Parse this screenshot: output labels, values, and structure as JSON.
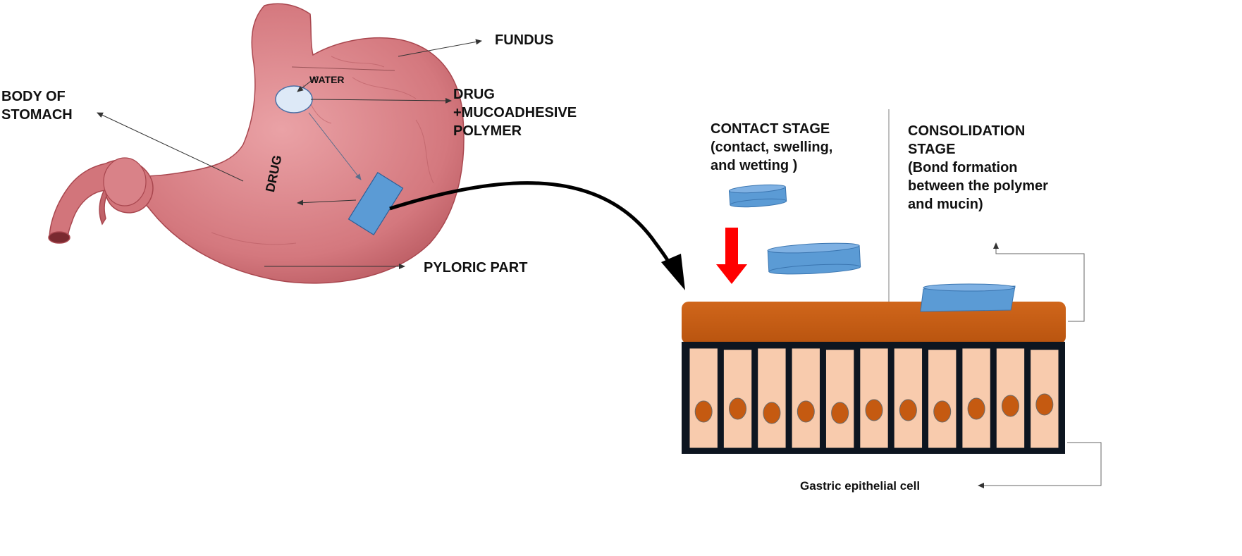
{
  "labels": {
    "fundus": "FUNDUS",
    "water": "WATER",
    "body_of_stomach": "BODY OF\nSTOMACH",
    "drug_polymer": "DRUG\n+MUCOADHESIVE\nPOLYMER",
    "drug": "DRUG",
    "pyloric_part": "PYLORIC PART",
    "contact_stage": "CONTACT STAGE\n(contact, swelling,\nand wetting )",
    "consolidation_stage": "CONSOLIDATION\nSTAGE\n(Bond formation\nbetween the polymer\nand mucin)",
    "gastric_epithelial_cell": "Gastric epithelial cell"
  },
  "colors": {
    "stomach": "#d2757b",
    "stomach_dark": "#a9474f",
    "polymer_blue": "#5b9bd5",
    "mucus_layer": "#c55a11",
    "cell_fill": "#f8cbad",
    "cell_nucleus": "#c55a11",
    "contact_arrow": "#ff0000"
  },
  "epithelium": {
    "cell_count": 11
  }
}
